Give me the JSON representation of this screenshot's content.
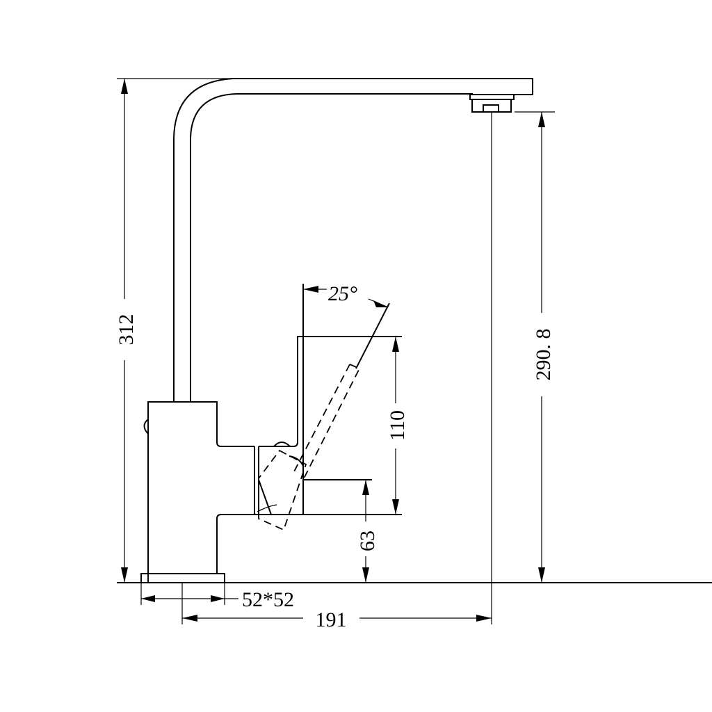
{
  "drawing": {
    "subject": "faucet side elevation",
    "units": "mm",
    "line_color": "#000000",
    "background": "#ffffff"
  },
  "dimensions": {
    "overall_height": "312",
    "spout_outlet_height": "290. 8",
    "handle_height": "110",
    "body_height": "63",
    "base_size": "52*52",
    "spout_reach": "191",
    "handle_angle": "25°"
  }
}
